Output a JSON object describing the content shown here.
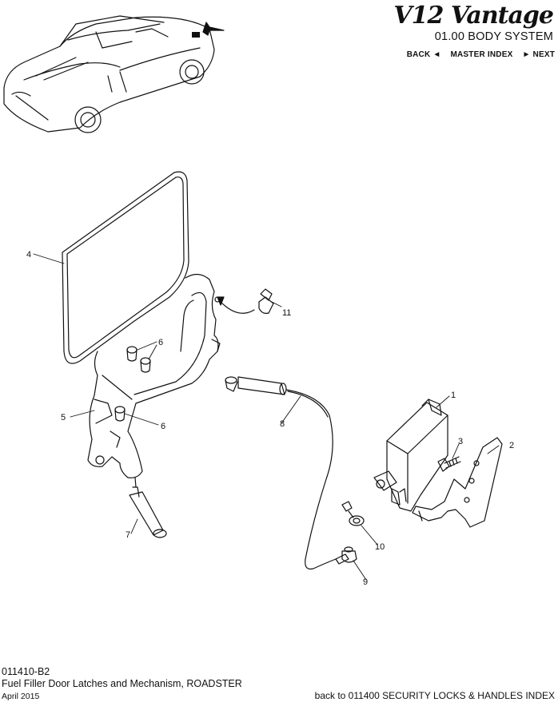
{
  "header": {
    "logo_text": "V12 Vantage",
    "section_title": "01.00 BODY SYSTEM",
    "nav": {
      "back": "BACK ◄",
      "master_index": "MASTER INDEX",
      "next": "► NEXT"
    }
  },
  "callouts": [
    "1",
    "2",
    "3",
    "4",
    "5",
    "6",
    "6",
    "7",
    "8",
    "9",
    "10",
    "11"
  ],
  "footer": {
    "code": "011410-B2",
    "title": "Fuel Filler Door Latches and Mechanism, ROADSTER",
    "date": "April 2015",
    "back_link": "back to 011400 SECURITY LOCKS & HANDLES INDEX"
  },
  "colors": {
    "line": "#111111",
    "background": "#ffffff"
  }
}
